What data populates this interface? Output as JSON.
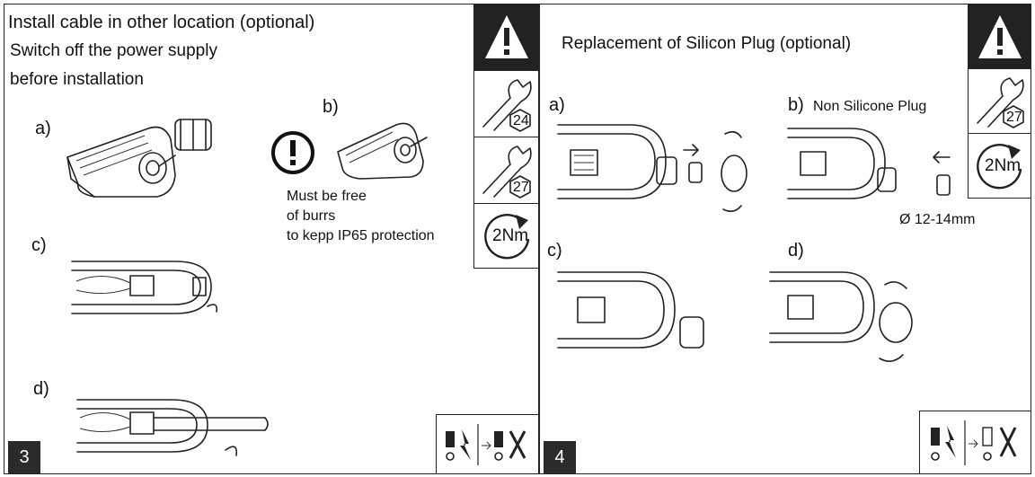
{
  "left_panel": {
    "title": "Install cable in other location (optional)",
    "warning_line1": "Switch off the power supply",
    "warning_line2": "before installation",
    "step_a": "a)",
    "step_b": "b)",
    "step_c": "c)",
    "step_d": "d)",
    "note_line1": "Must be free",
    "note_line2": "of burrs",
    "note_line3": "to kepp IP65 protection",
    "tool_size_1": "24",
    "tool_size_2": "27",
    "torque": "2Nm",
    "page_number": "3"
  },
  "right_panel": {
    "title": "Replacement of Silicon Plug (optional)",
    "step_a": "a)",
    "step_b": "b)",
    "step_b_label": "Non Silicone Plug",
    "step_c": "c)",
    "step_d": "d)",
    "diameter": "Ø 12-14mm",
    "tool_size": "27",
    "torque": "2Nm",
    "page_number": "4"
  },
  "icons": [
    "warning-icon",
    "wrench-icon",
    "torque-icon",
    "no-symbol-icon",
    "electrical-safety-icon"
  ]
}
